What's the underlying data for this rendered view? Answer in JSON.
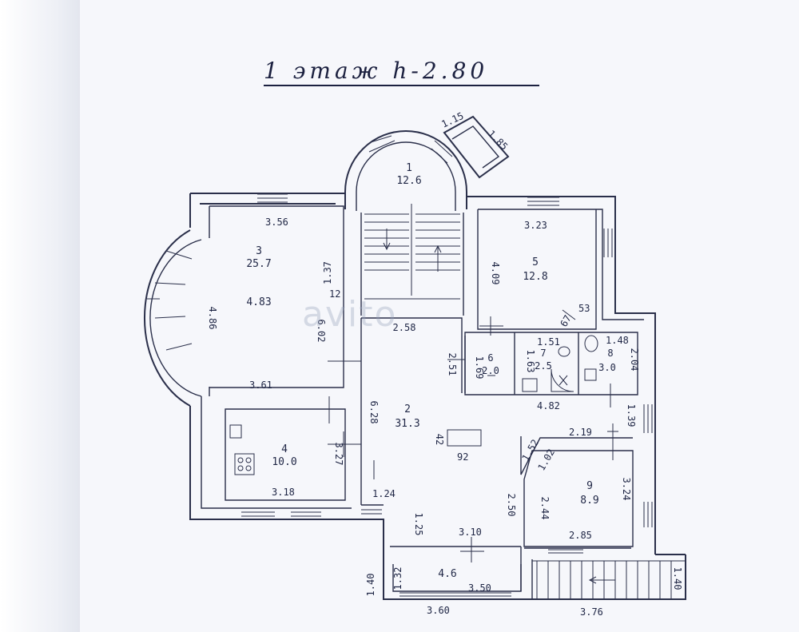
{
  "title": "1 этаж h-2.80",
  "watermark": "avito",
  "rooms": [
    {
      "id": "room-1",
      "number": "1",
      "area": "12.6"
    },
    {
      "id": "room-2",
      "number": "2",
      "area": "31.3"
    },
    {
      "id": "room-3",
      "number": "3",
      "area": "25.7"
    },
    {
      "id": "room-4",
      "number": "4",
      "area": "10.0"
    },
    {
      "id": "room-5",
      "number": "5",
      "area": "12.8"
    },
    {
      "id": "room-6",
      "number": "6",
      "area": "2.0"
    },
    {
      "id": "room-7",
      "number": "7",
      "area": "2.5"
    },
    {
      "id": "room-8",
      "number": "8",
      "area": "3.0"
    },
    {
      "id": "room-9",
      "number": "9",
      "area": "8.9"
    },
    {
      "id": "room-10",
      "number": "",
      "area": "4.6"
    }
  ],
  "dimensions": {
    "d_115": "1.15",
    "d_185": "1.85",
    "d_356": "3.56",
    "d_137": "1.37",
    "d_12": "12",
    "d_486": "4.86",
    "d_483": "4.83",
    "d_602": "6.02",
    "d_361": "3.61",
    "d_258": "2.58",
    "d_323": "3.23",
    "d_409": "4.09",
    "d_53": "53",
    "d_67": "67",
    "d_151": "1.51",
    "d_163": "1.63",
    "d_148": "1.48",
    "d_204": "2.04",
    "d_169": "1.69",
    "d_251": "2.51",
    "d_482": "4.82",
    "d_628": "6.28",
    "d_42": "42",
    "d_92": "92",
    "d_327": "3.27",
    "d_318": "3.18",
    "d_139": "1.39",
    "d_219": "2.19",
    "d_152": "1.52",
    "d_102": "1.02",
    "d_244": "2.44",
    "d_324": "3.24",
    "d_285": "2.85",
    "d_124": "1.24",
    "d_125": "1.25",
    "d_250": "2.50",
    "d_310": "3.10",
    "d_140a": "1.40",
    "d_132": "1.32",
    "d_350": "3.50",
    "d_360": "3.60",
    "d_376": "3.76",
    "d_140b": "1.40"
  }
}
